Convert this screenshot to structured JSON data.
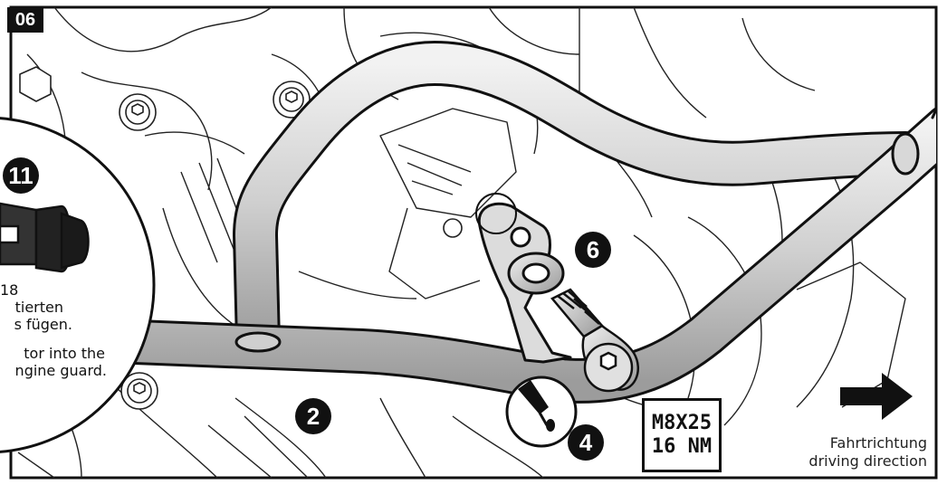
{
  "step": {
    "number": "06"
  },
  "detail": {
    "number": "11",
    "text_de_line1": "18",
    "text_de_line2": "tierten",
    "text_de_line3": "s fügen.",
    "text_en_line1": "tor into the",
    "text_en_line2": "ngine guard."
  },
  "callouts": {
    "bar": "2",
    "loctite": "4",
    "bracket": "6"
  },
  "torque": {
    "bolt": "M8X25",
    "value": "16 NM"
  },
  "direction": {
    "label_de": "Fahrtrichtung",
    "label_en": "driving direction"
  },
  "colors": {
    "line": "#111111",
    "metal": "#d2d2d2",
    "metal_dark": "#9a9a9a",
    "background": "#ffffff"
  }
}
